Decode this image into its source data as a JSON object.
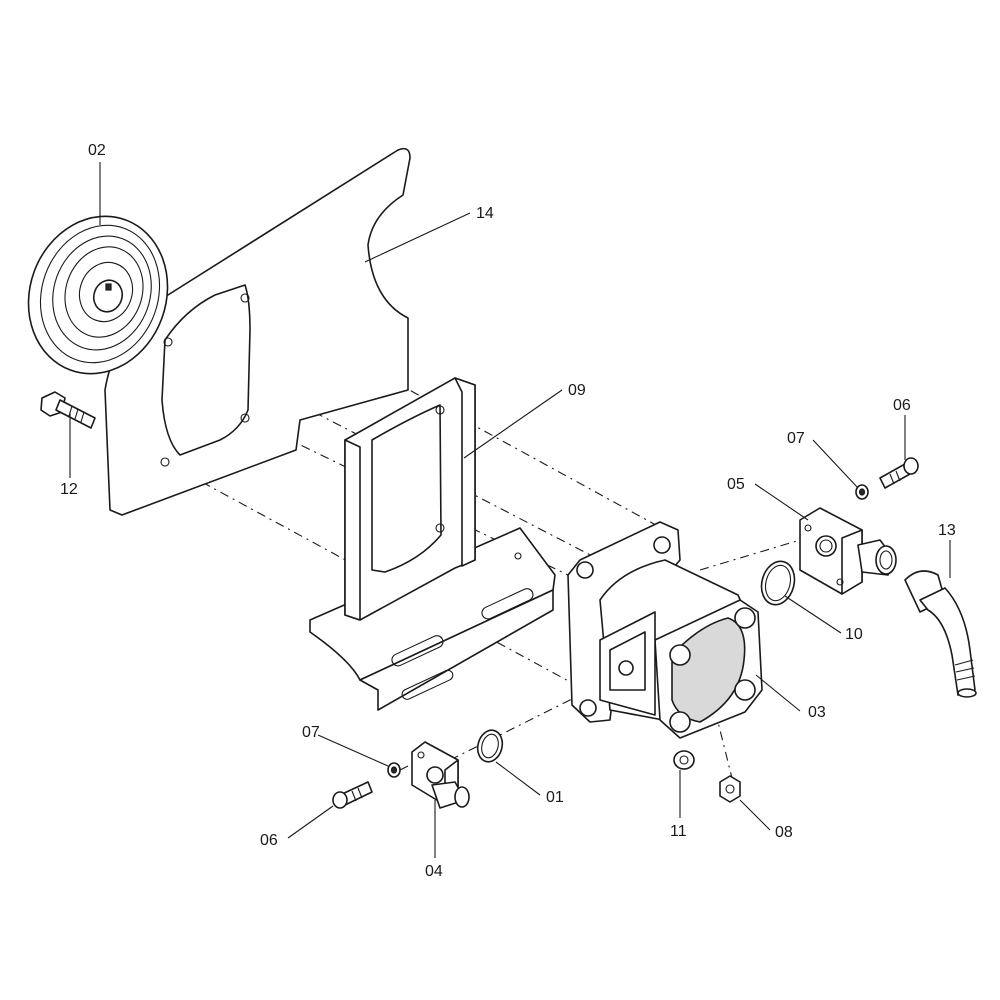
{
  "callouts": {
    "c02": "02",
    "c14": "14",
    "c09": "09",
    "c12": "12",
    "c06_top": "06",
    "c07_top": "07",
    "c05": "05",
    "c13": "13",
    "c10": "10",
    "c03": "03",
    "c07_bottom": "07",
    "c06_bottom": "06",
    "c04": "04",
    "c01": "01",
    "c11": "11",
    "c08": "08"
  }
}
